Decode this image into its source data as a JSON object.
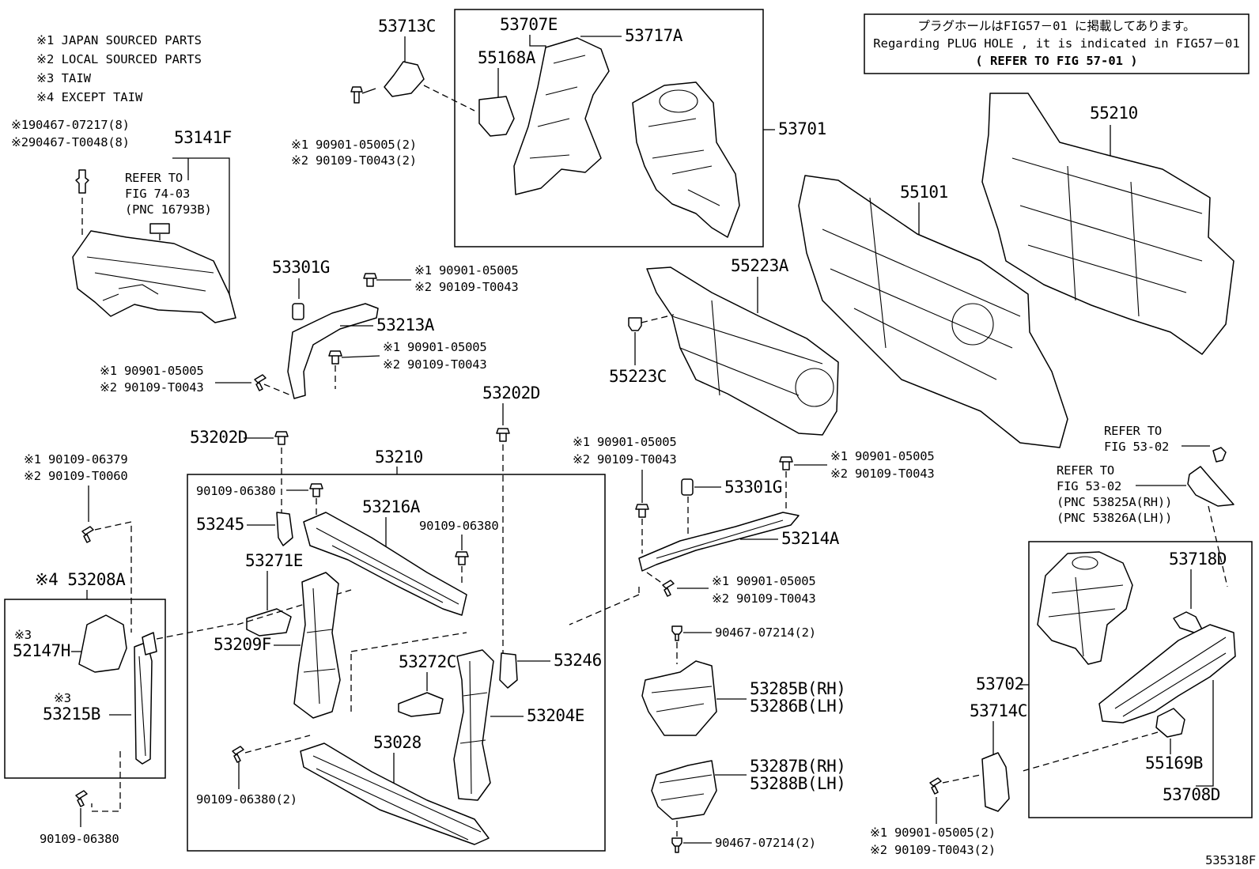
{
  "notes": {
    "n1": "※1 JAPAN SOURCED PARTS",
    "n2": "※2 LOCAL SOURCED PARTS",
    "n3": "※3 TAIW",
    "n4": "※4 EXCEPT TAIW"
  },
  "info_box": {
    "line1": "プラグホールはFIG57－01 に掲載してあります。",
    "line2": "Regarding PLUG HOLE , it is indicated in FIG57－01",
    "line3": "( REFER TO FIG 57-01 )"
  },
  "refs": {
    "fig74": [
      "REFER TO",
      "FIG 74-03",
      "(PNC 16793B)"
    ],
    "fig53a": [
      "REFER TO",
      "FIG 53-02"
    ],
    "fig53b": [
      "REFER TO",
      "FIG 53-02",
      "(PNC 53825A(RH))",
      "(PNC 53826A(LH))"
    ]
  },
  "parts": {
    "p53713C": "53713C",
    "p53707E": "53707E",
    "p53717A": "53717A",
    "p55168A": "55168A",
    "p53701": "53701",
    "p55210": "55210",
    "p55101": "55101",
    "p53141F": "53141F",
    "p55223A": "55223A",
    "p55223C": "55223C",
    "p53301G_a": "53301G",
    "p53213A": "53213A",
    "p53202D_a": "53202D",
    "p53202D_b": "53202D",
    "p53210": "53210",
    "p53216A": "53216A",
    "p53245": "53245",
    "p53271E": "53271E",
    "p53209F": "53209F",
    "p53272C": "53272C",
    "p53246": "53246",
    "p53204E": "53204E",
    "p53028": "53028",
    "p53301G_b": "53301G",
    "p53214A": "53214A",
    "p53285B": "53285B(RH)",
    "p53286B": "53286B(LH)",
    "p53287B": "53287B(RH)",
    "p53288B": "53288B(LH)",
    "p53208A": "※4 53208A",
    "p52147H": "52147H",
    "p53215B": "53215B",
    "mark3a": "※3",
    "mark3b": "※3",
    "p53718D": "53718D",
    "p53702": "53702",
    "p53714C": "53714C",
    "p55169B": "55169B",
    "p53708D": "53708D",
    "catalog_id": "535318F"
  },
  "fasteners": {
    "f_90467_07217": "※190467-07217(8)",
    "f_90467_T0048": "※290467-T0048(8)",
    "f_a1": "※1 90901-05005(2)",
    "f_a2": "※2 90109-T0043(2)",
    "f_b1": "※1 90901-05005",
    "f_b2": "※2 90109-T0043",
    "f_c1": "※1 90901-05005",
    "f_c2": "※2 90109-T0043",
    "f_d1": "※1 90901-05005",
    "f_d2": "※2 90109-T0043",
    "f_e1": "※1 90109-06379",
    "f_e2": "※2 90109-T0060",
    "f_06380_a": "90109-06380",
    "f_06380_b": "90109-06380",
    "f_06380_c": "90109-06380(2)",
    "f_06380_d": "90109-06380",
    "f_g1": "※1 90901-05005",
    "f_g2": "※2 90109-T0043",
    "f_h1": "※1 90901-05005",
    "f_h2": "※2 90109-T0043",
    "f_i1": "※1 90901-05005",
    "f_i2": "※2 90109-T0043",
    "f_07214_a": "90467-07214(2)",
    "f_07214_b": "90467-07214(2)",
    "f_j1": "※1 90901-05005(2)",
    "f_j2": "※2 90109-T0043(2)"
  }
}
